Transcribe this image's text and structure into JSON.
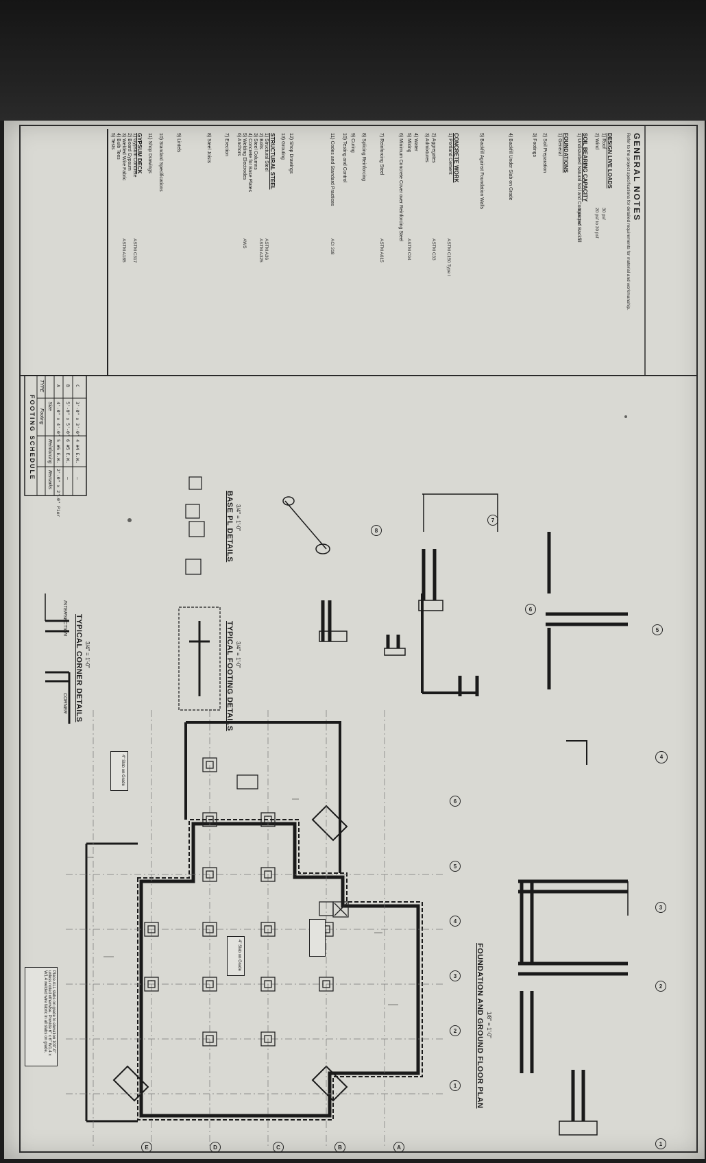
{
  "general_notes": {
    "title": "GENERAL NOTES",
    "intro": "Refer to the project specifications for detailed requirements for material and workmanship.",
    "items": [
      {
        "head": "DESIGN LIVE LOADS",
        "lines": [
          "1) Roof",
          "2) Wind"
        ]
      },
      {
        "head": "SOIL BEARING CAPACITY",
        "lines": [
          "1) Undisturbed Natural Soil and Compacted Backfill"
        ]
      },
      {
        "head": "FOUNDATIONS",
        "lines": [
          "1) General",
          "2) Soil Preparation",
          "3) Footings",
          "4) Backfill Under Slab on Grade",
          "5) Backfill Against Foundation Walls"
        ]
      },
      {
        "head": "CONCRETE WORK",
        "lines": [
          "1) Portland Cement",
          "2) Aggregates",
          "3) Admixtures",
          "4) Water",
          "5) Mixing",
          "6) Minimum Concrete Cover over Reinforcing Steel",
          "7) Reinforcing Steel",
          "8) Splicing Reinforcing",
          "9) Curing",
          "10) Testing and Control",
          "11) Codes and Standard Practices",
          "12) Shop Drawings",
          "13) Grouting"
        ]
      },
      {
        "head": "STRUCTURAL STEEL",
        "lines": [
          "1) Structural Steel",
          "2) Bolts",
          "3) Steel Columns",
          "4) Concrete for Base Plates",
          "5) Welding Electrodes",
          "6) Anchors",
          "7) Erection",
          "8) Steel Joists",
          "9) Lintels",
          "10) Standard Specifications",
          "11) Shop Drawings"
        ]
      },
      {
        "head": "GYPSUM DECK",
        "lines": [
          "1) Gypsum Concrete",
          "2) Board Gypsum",
          "3) Welded Wire Fabric",
          "4) Bulb Tees",
          "5) Tests"
        ]
      }
    ],
    "load_values": [
      "30 psf",
      "20 psf to 30 psf",
      "3000 psf"
    ],
    "standards": [
      "ASTM C150 Type I",
      "ASTM C33",
      "ASTM C94",
      "ASTM A615",
      "ACI 318",
      "ASTM A36",
      "ASTM A325",
      "AWS",
      "ASTM C317",
      "ASTM A185"
    ]
  },
  "footing_schedule": {
    "title": "FOOTING SCHEDULE",
    "col_headers": [
      "TYPE",
      "Size",
      "Reinforcing",
      "Remarks"
    ],
    "group_header": "Footing",
    "rows": [
      {
        "type": "A",
        "size": "4'-0\" x 4'-0\"",
        "reinf": "5 #5 E.W.",
        "remarks": "2'-0\" x 2'-0\" Pier"
      },
      {
        "type": "B",
        "size": "5'-0\" x 5'-0\"",
        "reinf": "6 #5 E.W.",
        "remarks": "—"
      },
      {
        "type": "C",
        "size": "3'-0\" x 3'-0\"",
        "reinf": "4 #4 E.W.",
        "remarks": "—"
      }
    ]
  },
  "plan": {
    "title": "FOUNDATION AND GROUND FLOOR PLAN",
    "scale": "1/8\" = 1'-0\"",
    "note_box": "Place ALL slabs on grade to elevation 100'-0\" unless noted otherwise. Provide 6\" x 6\" W1.4 x W1.4 welded wire fabric in all slabs on grade.",
    "slab_callout_1": "4\" Slab on Grade",
    "slab_callout_2": "4\" Slab on Grade"
  },
  "details": {
    "corner_title": "TYPICAL CORNER DETAILS",
    "corner_label": "CORNER",
    "intersection_label": "INTERSECTION",
    "footing_title": "TYPICAL FOOTING DETAILS",
    "base_title": "BASE PL DETAILS",
    "scale_label": "3/4\" = 1'-0\"",
    "section_labels": [
      "1",
      "2",
      "3",
      "4",
      "5",
      "6",
      "7",
      "8"
    ]
  },
  "grid": {
    "columns": [
      "A",
      "B",
      "C",
      "D",
      "E"
    ],
    "rows": [
      "1",
      "2",
      "3",
      "4",
      "5",
      "6"
    ]
  }
}
